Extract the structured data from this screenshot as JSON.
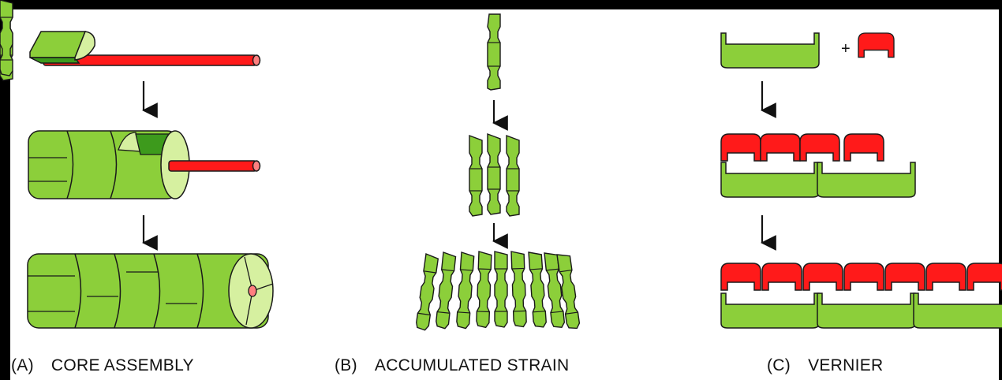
{
  "panels": [
    {
      "tag": "(A)",
      "title": "CORE ASSEMBLY"
    },
    {
      "tag": "(B)",
      "title": "ACCUMULATED STRAIN"
    },
    {
      "tag": "(C)",
      "title": "VERNIER"
    }
  ],
  "plus_sign": "+",
  "colors": {
    "green": "#8ccf3a",
    "light_green": "#d6f0a0",
    "dark_green": "#3d9a1c",
    "red": "#ff1a1a",
    "outline": "#1a1a1a"
  }
}
